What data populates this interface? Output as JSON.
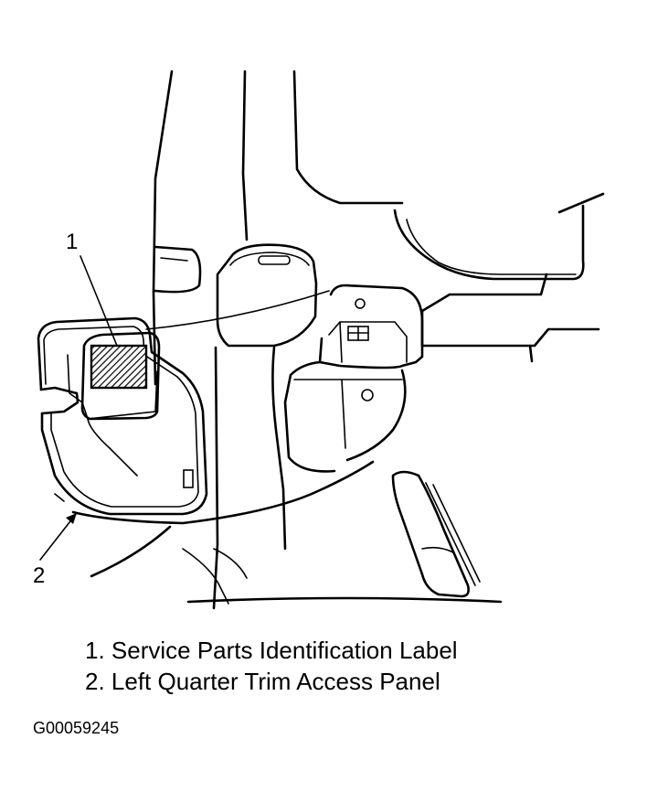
{
  "callouts": [
    {
      "number": "1"
    },
    {
      "number": "2"
    }
  ],
  "legend": [
    {
      "text": "1. Service Parts Identification Label"
    },
    {
      "text": "2. Left Quarter Trim Access Panel"
    }
  ],
  "figure_id": "G00059245"
}
